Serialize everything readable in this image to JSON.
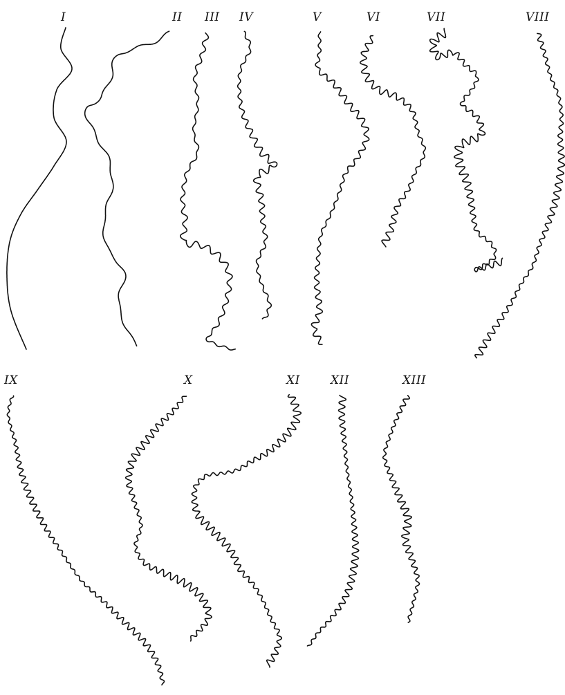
{
  "figure": {
    "ink_color": "#111111",
    "background": "#ffffff",
    "panels": [
      {
        "label": "I"
      },
      {
        "label": "II"
      },
      {
        "label": "III"
      },
      {
        "label": "IV"
      },
      {
        "label": "V"
      },
      {
        "label": "VI"
      },
      {
        "label": "VII"
      },
      {
        "label": "VIII"
      },
      {
        "label": "IX"
      },
      {
        "label": "X"
      },
      {
        "label": "XI"
      },
      {
        "label": "XII"
      },
      {
        "label": "XIII"
      }
    ]
  }
}
